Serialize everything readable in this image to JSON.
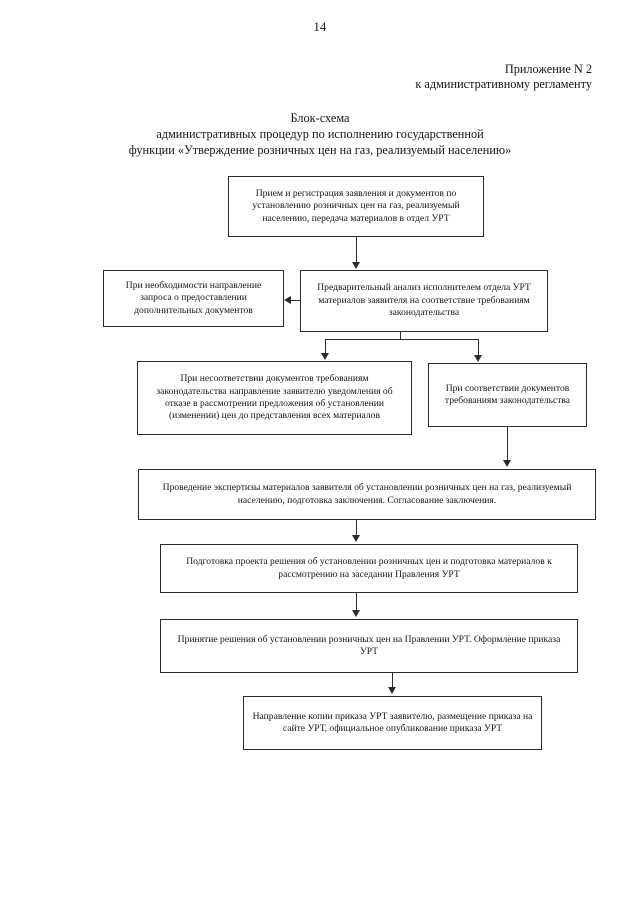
{
  "document": {
    "page_number": "14",
    "appendix": [
      "Приложение N 2",
      "к административному регламенту"
    ],
    "title": [
      "Блок-схема",
      "административных процедур по исполнению государственной",
      "функции «Утверждение розничных цен на газ, реализуемый населению»"
    ]
  },
  "flowchart": {
    "type": "flowchart",
    "nodes": [
      {
        "id": "intake",
        "text": "Прием и регистрация заявления и документов по установлению розничных цен на газ, реализуемый населению, передача материалов в отдел УРТ"
      },
      {
        "id": "additional-docs-request",
        "text": "При необходимости направление запроса о предоставлении дополнительных документов"
      },
      {
        "id": "preliminary-analysis",
        "text": "Предварительный анализ исполнителем отдела УРТ материалов заявителя на соответствие требованиям законодательства"
      },
      {
        "id": "non-compliance-notice",
        "text": "При несоответствии документов требованиям законодательства направление заявителю уведомления об отказе в рассмотрении предложения об установлении (изменении) цен до представления всех материалов"
      },
      {
        "id": "compliance",
        "text": "При соответствии документов требованиям законодательства"
      },
      {
        "id": "expertise",
        "text": "Проведение экспертизы материалов заявителя об установлении розничных цен на газ, реализуемый населению, подготовка  заключения. Согласование заключения."
      },
      {
        "id": "draft-decision",
        "text": "Подготовка проекта решения об установлении розничных цен и подготовка материалов к рассмотрению на заседании Правления УРТ"
      },
      {
        "id": "board-decision",
        "text": "Принятие решения об установлении розничных цен на Правлении УРТ. Оформление приказа УРТ"
      },
      {
        "id": "publication",
        "text": "Направление копии приказа УРТ заявителю, размещение приказа на сайте УРТ, официальное опубликование приказа УРТ"
      }
    ],
    "edges": [
      {
        "from": "intake",
        "to": "preliminary-analysis",
        "direction": "down"
      },
      {
        "from": "preliminary-analysis",
        "to": "additional-docs-request",
        "direction": "left"
      },
      {
        "from": "preliminary-analysis",
        "to": "non-compliance-notice",
        "direction": "down"
      },
      {
        "from": "preliminary-analysis",
        "to": "compliance",
        "direction": "down"
      },
      {
        "from": "compliance",
        "to": "expertise",
        "direction": "down"
      },
      {
        "from": "expertise",
        "to": "draft-decision",
        "direction": "down"
      },
      {
        "from": "draft-decision",
        "to": "board-decision",
        "direction": "down"
      },
      {
        "from": "board-decision",
        "to": "publication",
        "direction": "down"
      }
    ]
  }
}
